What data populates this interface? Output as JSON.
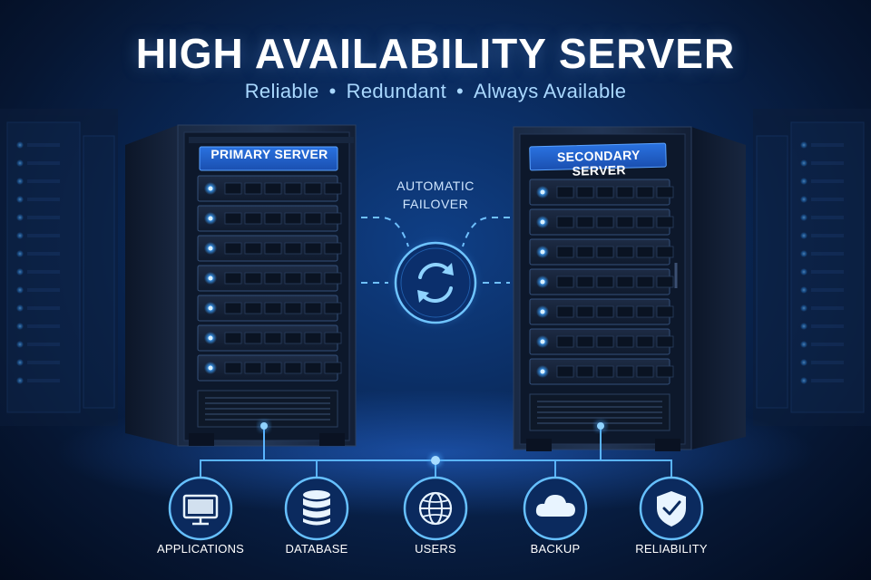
{
  "title": "HIGH AVAILABILITY SERVER",
  "subtitle": {
    "items": [
      "Reliable",
      "Redundant",
      "Always Available"
    ],
    "separator": "•"
  },
  "servers": {
    "primary": {
      "label": "PRIMARY SERVER"
    },
    "secondary": {
      "label": "SECONDARY SERVER"
    }
  },
  "failover": {
    "line1": "AUTOMATIC",
    "line2": "FAILOVER",
    "icon": "sync-icon"
  },
  "services": [
    {
      "label": "APPLICATIONS",
      "icon": "monitor-icon"
    },
    {
      "label": "DATABASE",
      "icon": "database-icon"
    },
    {
      "label": "USERS",
      "icon": "globe-icon"
    },
    {
      "label": "BACKUP",
      "icon": "cloud-icon"
    },
    {
      "label": "RELIABILITY",
      "icon": "shield-check-icon"
    }
  ],
  "colors": {
    "background": "#0a2a5c",
    "accent_glow": "#38a8ff",
    "subtitle_text": "#a9d8ff",
    "label_plate": "#1f5fc4"
  }
}
